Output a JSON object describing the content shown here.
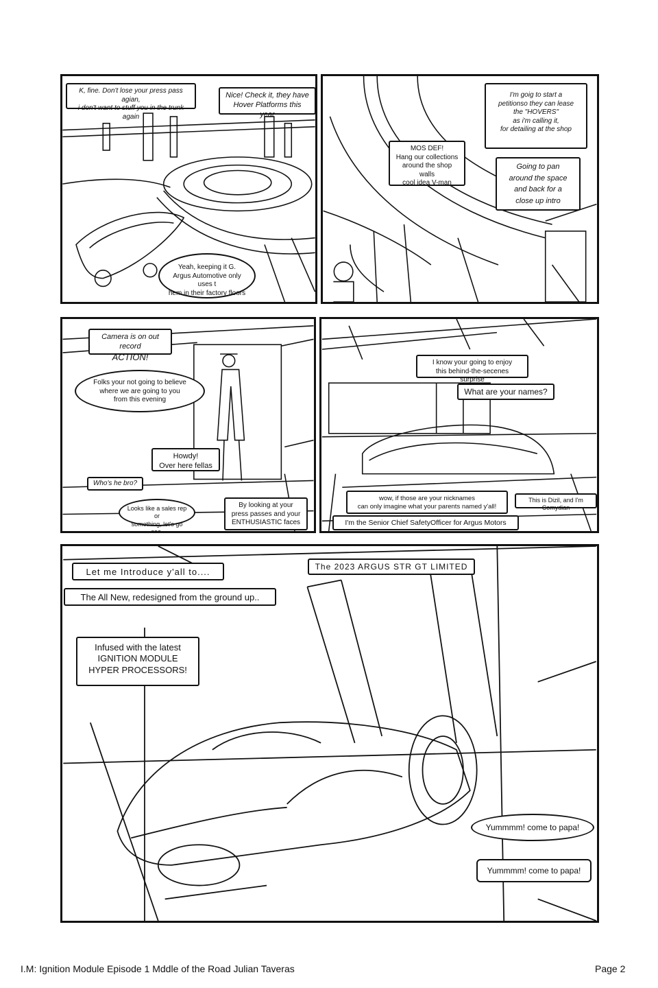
{
  "panel1": {
    "bubble_a": [
      "K, fine. Don't lose your press pass agian,",
      "i don't want to stuff you in the trunk again"
    ],
    "bubble_b": [
      "Nice! Check it, they have",
      "Hover Platforms this year"
    ],
    "bubble_c": [
      "Yeah, keeping it G.",
      "Argus Automotive only uses t",
      "hem in their factory floors"
    ]
  },
  "panel2": {
    "bubble_a": [
      "I'm goig to start a",
      "petitionso they can lease",
      "the \"HOVERS\"",
      "as i'm calling it,",
      "for detailing at the shop"
    ],
    "bubble_b": [
      "MOS DEF!",
      "Hang our collections",
      "around the shop walls",
      "cool idea V-man"
    ],
    "bubble_c": [
      "Going to pan",
      "around the space",
      "and back for a",
      "close up intro"
    ]
  },
  "panel3": {
    "bubble_a": [
      "Camera is on out record",
      "ACTION!"
    ],
    "bubble_b": [
      "Folks your not going to believe",
      "where we are going to you",
      "from this evening"
    ],
    "bubble_c": [
      "Howdy!",
      "Over here fellas"
    ],
    "bubble_d": [
      "Who's he bro?"
    ],
    "bubble_e": [
      "Looks like a sales rep or",
      "something, let's go see."
    ],
    "bubble_f": [
      "By looking at your",
      "press passes and your",
      "ENTHUSIASTIC faces"
    ]
  },
  "panel4": {
    "bubble_a": [
      "I know your going to enjoy",
      "this behind-the-secenes surprise"
    ],
    "bubble_b": [
      "What are your names?"
    ],
    "bubble_c": [
      "wow, if those are your nicknames",
      "can only imagine what your parents named y'all!"
    ],
    "bubble_d": [
      "This is Dizil, and I'm Comydian"
    ],
    "bubble_e": [
      "I'm the Senior Chief SafetyOfficer for Argus Motors"
    ]
  },
  "panel5": {
    "bubble_a": [
      "Let me Introduce y'all to...."
    ],
    "bubble_b": [
      "The 2023 ARGUS STR GT LIMITED"
    ],
    "bubble_c": [
      "The All New, redesigned from the ground up.."
    ],
    "bubble_d": [
      "Infused with the latest",
      "IGNITION MODULE",
      "HYPER PROCESSORS!"
    ],
    "bubble_e": [
      "Yummmm! come to papa!"
    ],
    "bubble_f": [
      "Yummmm! come to papa!"
    ]
  },
  "footer": {
    "left": "I.M: Ignition Module Episode 1 Mddle of the Road  Julian Taveras",
    "right": "Page 2"
  }
}
